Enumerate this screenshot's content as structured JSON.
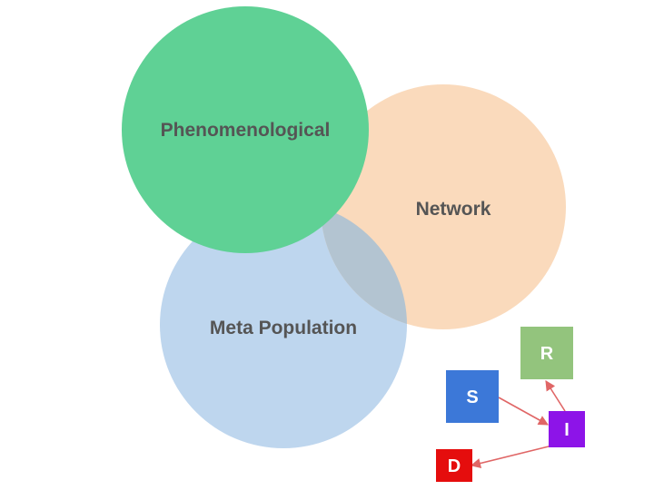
{
  "circles": [
    {
      "key": "meta",
      "label": "Meta Population",
      "color": "#bed6ee"
    },
    {
      "key": "network",
      "label": "Network",
      "color": "#fadabc"
    },
    {
      "key": "phenomenological",
      "label": "Phenomenological",
      "color": "#5fd195"
    }
  ],
  "nodes": [
    {
      "key": "s",
      "label": "S",
      "color": "#3c78d8"
    },
    {
      "key": "r",
      "label": "R",
      "color": "#93c47d"
    },
    {
      "key": "i",
      "label": "I",
      "color": "#8d14e8"
    },
    {
      "key": "d",
      "label": "D",
      "color": "#e50d0d"
    }
  ],
  "arrow_color": "#e06666",
  "overlap_color": "#b3c4d1"
}
